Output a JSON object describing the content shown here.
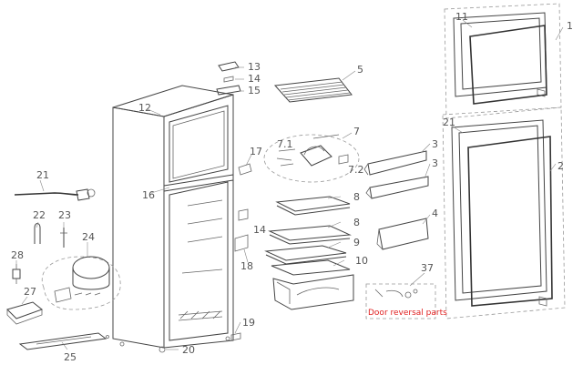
{
  "callouts": [
    {
      "id": "c1",
      "text": "1"
    },
    {
      "id": "c11",
      "text": "11"
    },
    {
      "id": "c2",
      "text": "2"
    },
    {
      "id": "c21",
      "text": "21"
    },
    {
      "id": "c3a",
      "text": "3"
    },
    {
      "id": "c3b",
      "text": "3"
    },
    {
      "id": "c4",
      "text": "4"
    },
    {
      "id": "c5",
      "text": "5"
    },
    {
      "id": "c7",
      "text": "7"
    },
    {
      "id": "c71",
      "text": "7.1"
    },
    {
      "id": "c72",
      "text": "7.2"
    },
    {
      "id": "c8a",
      "text": "8"
    },
    {
      "id": "c8b",
      "text": "8"
    },
    {
      "id": "c9",
      "text": "9"
    },
    {
      "id": "c10",
      "text": "10"
    },
    {
      "id": "c12",
      "text": "12"
    },
    {
      "id": "c13",
      "text": "13"
    },
    {
      "id": "c14a",
      "text": "14"
    },
    {
      "id": "c14b",
      "text": "14"
    },
    {
      "id": "c15",
      "text": "15"
    },
    {
      "id": "c16",
      "text": "16"
    },
    {
      "id": "c17",
      "text": "17"
    },
    {
      "id": "c18",
      "text": "18"
    },
    {
      "id": "c19",
      "text": "19"
    },
    {
      "id": "c20",
      "text": "20"
    },
    {
      "id": "c21b",
      "text": "21"
    },
    {
      "id": "c22",
      "text": "22"
    },
    {
      "id": "c23",
      "text": "23"
    },
    {
      "id": "c24",
      "text": "24"
    },
    {
      "id": "c25",
      "text": "25"
    },
    {
      "id": "c27",
      "text": "27"
    },
    {
      "id": "c28",
      "text": "28"
    },
    {
      "id": "c37",
      "text": "37"
    }
  ],
  "door_reversal_label": "Door reversal parts",
  "colors": {
    "line": "#555555",
    "label": "#555555",
    "accent": "#e02020"
  }
}
